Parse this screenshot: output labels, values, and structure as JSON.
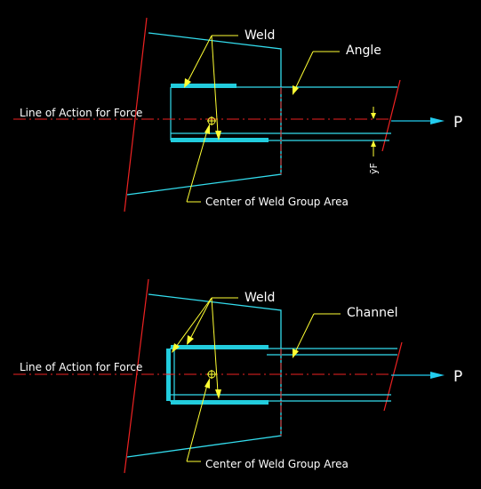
{
  "colors": {
    "background": "#000000",
    "plate": "#33ddee",
    "weld": "#22ccdd",
    "cut_line": "#ee2222",
    "label": "#ffff33",
    "arrow": "#22ccee",
    "text_white": "#ffffff"
  },
  "figures": [
    {
      "id": "angle",
      "labels": {
        "weld": "Weld",
        "member": "Angle",
        "line_of_action": "Line of Action for Force",
        "center": "Center of Weld Group Area",
        "force": "P",
        "offset": "ȳF"
      }
    },
    {
      "id": "channel",
      "labels": {
        "weld": "Weld",
        "member": "Channel",
        "line_of_action": "Line of Action for Force",
        "center": "Center of Weld Group Area",
        "force": "P"
      }
    }
  ]
}
